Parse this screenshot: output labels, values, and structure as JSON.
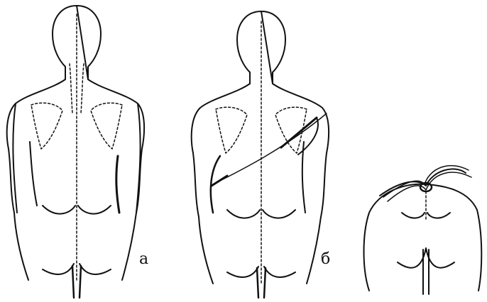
{
  "labels": {
    "a": "а",
    "b": "б"
  },
  "colors": {
    "ink": "#111111",
    "paper": "#ffffff"
  },
  "figures": [
    {
      "name": "back-view-a",
      "description_label": "а"
    },
    {
      "name": "back-view-b",
      "description_label": "б"
    },
    {
      "name": "partial-back-bent-view"
    }
  ]
}
